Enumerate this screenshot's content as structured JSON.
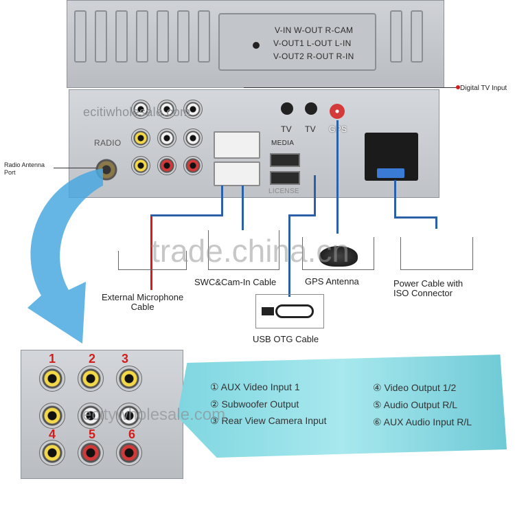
{
  "panel_labels": {
    "row1": "V-IN   W-OUT  R-CAM",
    "row2": "V-OUT1  L-OUT  L-IN",
    "row3": "V-OUT2  R-OUT  R-IN"
  },
  "rear_labels": {
    "radio": "RADIO",
    "tv1": "TV",
    "tv2": "TV",
    "gps": "GPS",
    "media": "MEDIA",
    "license": "LICENSE"
  },
  "callouts": {
    "digital_tv_input": "Digital TV Input",
    "radio_antenna_port": "Radio Antenna\nPort",
    "external_microphone_cable": "External Microphone\nCable",
    "swc_cam_in_cable": "SWC&Cam-In Cable",
    "gps_antenna": "GPS Antenna",
    "power_cable_iso": "Power Cable with\nISO Connector",
    "usb_otg_cable": "USB OTG Cable"
  },
  "watermarks": {
    "main": "trade.china.cn",
    "site1": "ecitiwholesale.com",
    "site2": "ecitywholesale.com"
  },
  "zoom_numbers": [
    "1",
    "2",
    "3",
    "4",
    "5",
    "6"
  ],
  "legend": [
    "① AUX Video Input 1",
    "② Subwoofer Output",
    "③ Rear View Camera Input",
    "④ Video Output 1/2",
    "⑤ Audio Output R/L",
    "⑥ AUX Audio Input R/L"
  ],
  "colors": {
    "wire": "#2b5fa8",
    "number_red": "#d41c1c",
    "paper_cyan": "#8fdfe6"
  }
}
